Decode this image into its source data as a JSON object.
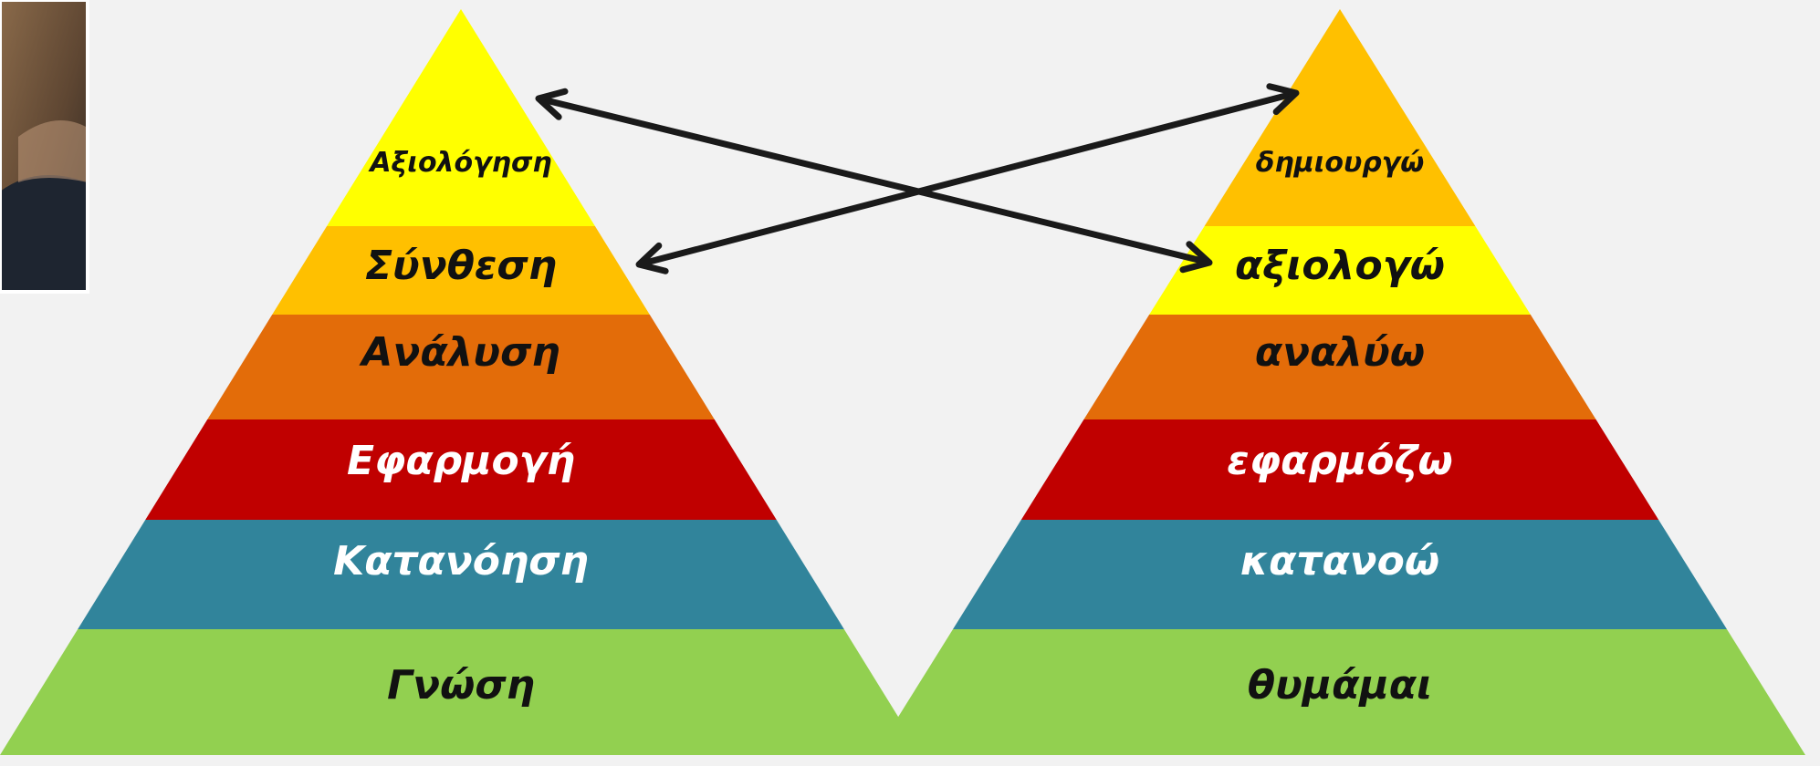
{
  "colors": {
    "background": "#f2f2f2",
    "level_yellow": "#ffff00",
    "level_amber": "#ffc000",
    "level_orange": "#e36c09",
    "level_red": "#c00000",
    "level_teal": "#31849b",
    "level_green": "#92d050",
    "arrow": "#1a1a1a"
  },
  "left_pyramid": {
    "levels": [
      {
        "label": "Αξιολόγηση",
        "color": "#ffff00",
        "text_color": "#111111"
      },
      {
        "label": "Σύνθεση",
        "color": "#ffc000",
        "text_color": "#111111"
      },
      {
        "label": "Ανάλυση",
        "color": "#e36c09",
        "text_color": "#111111"
      },
      {
        "label": "Εφαρμογή",
        "color": "#c00000",
        "text_color": "#ffffff"
      },
      {
        "label": "Κατανόηση",
        "color": "#31849b",
        "text_color": "#ffffff"
      },
      {
        "label": "Γνώση",
        "color": "#92d050",
        "text_color": "#111111"
      }
    ]
  },
  "right_pyramid": {
    "levels": [
      {
        "label": "δημιουργώ",
        "color": "#ffc000",
        "text_color": "#111111"
      },
      {
        "label": "αξιολογώ",
        "color": "#ffff00",
        "text_color": "#111111"
      },
      {
        "label": "αναλύω",
        "color": "#e36c09",
        "text_color": "#111111"
      },
      {
        "label": "εφαρμόζω",
        "color": "#c00000",
        "text_color": "#ffffff"
      },
      {
        "label": "κατανοώ",
        "color": "#31849b",
        "text_color": "#ffffff"
      },
      {
        "label": "θυμάμαι",
        "color": "#92d050",
        "text_color": "#111111"
      }
    ]
  },
  "arrows": [
    {
      "from": "Αξιολόγηση",
      "to": "αξιολογώ"
    },
    {
      "from": "Σύνθεση",
      "to": "δημιουργώ"
    }
  ]
}
